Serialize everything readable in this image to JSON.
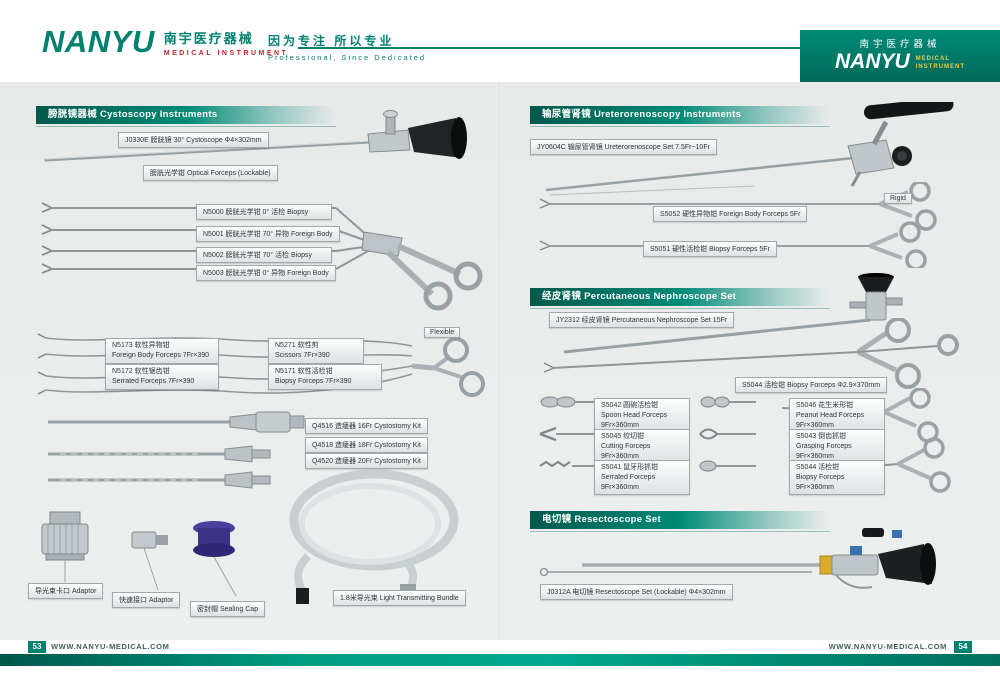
{
  "header": {
    "brand": "NANYU",
    "brand_cn": "南宇医疗器械",
    "brand_sub": "MEDICAL  INSTRUMENT",
    "slogan_cn": "因为专注 所以专业",
    "slogan_en": "Professional, Since Dedicated",
    "right": {
      "cn": "南宇医疗器械",
      "brand": "NANYU",
      "sub1": "MEDICAL",
      "sub2": "INSTRUMENT"
    }
  },
  "sections": {
    "cysto": "膀胱镜器械 Cystoscopy Instruments",
    "uretero": "输尿管肾镜 Ureterorenoscopy Instruments",
    "nephro": "经皮肾镜 Percutaneous Nephroscope Set",
    "resecto": "电切镜  Resectoscope Set"
  },
  "cysto": {
    "scope": "J0330E 膀胱镜 30°  Cystoscope  Φ4×302mm",
    "optical": "膀胱光学钳 Optical Forceps (Lockable)",
    "n5000": "N5000 膀胱光学钳 0°  活检 Biopsy",
    "n5001": "N5001 膀胱光学钳 70°  异物 Foreign Body",
    "n5002": "N5002 膀胱光学钳 70°  活检 Biopsy",
    "n5003": "N5003 膀胱光学钳 0°  异物 Foreign Body",
    "flexible_tag": "Flexible",
    "n5173": {
      "l1": "N5173 软性异物钳",
      "l2": "Foreign Body Forceps 7Fr×390"
    },
    "n5271": {
      "l1": "N5271 软性剪",
      "l2": "Scissors 7Fr×390"
    },
    "n5172": {
      "l1": "N5172 软性锯齿钳",
      "l2": "Serrated Forceps 7Fr×390"
    },
    "n5171": {
      "l1": "N5171 软性活检钳",
      "l2": "Biopsy Forceps 7Fr×390"
    },
    "q4516": "Q4516 造瘘器 16Fr Cystostomy Kit",
    "q4518": "Q4518 造瘘器 18Fr Cystostomy Kit",
    "q4520": "Q4520 造瘘器 20Fr Cystostomy Kit",
    "adaptor1": "导光束卡口 Adaptor",
    "adaptor2": "快速接口 Adaptor",
    "cap": "密封帽 Sealing Cap",
    "bundle": "1.8米导光束  Light Transmitting Bundle"
  },
  "uretero": {
    "set": "JY0604C 输尿管肾镜 Ureterorenoscope Set 7.5Fr~10Fr",
    "rigid_tag": "Rigid",
    "s5052": "S5052 硬性异物钳 Foreign Body Forceps 5Fr",
    "s5051": "S5051 硬性活检钳 Biopsy Forceps 5Fr"
  },
  "nephro": {
    "set": "JY2312 经皮肾镜 Percutaneous Nephroscope Set 15Fr",
    "s5044_top": "S5044 活检钳 Biopsy Forceps Φ2.9×370mm",
    "grid": [
      {
        "l1": "S5042 圆碗活检钳",
        "l2": "Spoon Head Forceps",
        "l3": "9Fr×360mm"
      },
      {
        "l1": "S5046 花生米形钳",
        "l2": "Peanut Head Forceps",
        "l3": "9Fr×360mm"
      },
      {
        "l1": "S5045 绞切钳",
        "l2": "Cutting Forceps",
        "l3": "9Fr×360mm"
      },
      {
        "l1": "S5043 倒齿抓钳",
        "l2": "Grasping Forceps",
        "l3": "9Fr×360mm"
      },
      {
        "l1": "S5041 鼠牙形抓钳",
        "l2": "Serrated Forceps",
        "l3": "9Fr×360mm"
      },
      {
        "l1": "S5044 活检钳",
        "l2": "Biopsy Forceps",
        "l3": "9Fr×360mm"
      }
    ]
  },
  "resecto": {
    "set": "J0312A 电切镜 Resectoscope Set (Lockable)  Φ4×302mm"
  },
  "footer": {
    "left_page": "53",
    "left_url": "WWW.NANYU-MEDICAL.COM",
    "right_url": "WWW.NANYU-MEDICAL.COM",
    "right_page": "54"
  }
}
